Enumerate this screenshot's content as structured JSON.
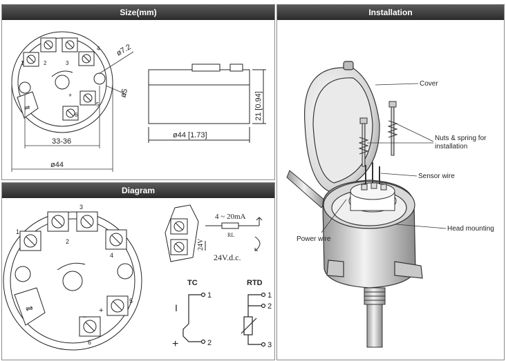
{
  "panels": {
    "size": {
      "title": "Size(mm)",
      "terminals": [
        "1",
        "2",
        "3",
        "4",
        "5",
        "6"
      ],
      "dims": {
        "hole_dia": "ø7.2",
        "small_dia": "ø5",
        "spacing": "33-36",
        "outer_dia": "ø44",
        "width": "ø44 [1.73]",
        "height": "21 [0.94]"
      }
    },
    "diagram": {
      "title": "Diagram",
      "terminals": [
        "1",
        "2",
        "3",
        "4",
        "5",
        "6"
      ],
      "loop": {
        "current": "4 ~ 20mA",
        "load": "RL",
        "supply_side": "24V",
        "supply": "24V.d.c."
      },
      "tc": {
        "title": "TC",
        "minus": "I",
        "plus": "+",
        "pin1": "1",
        "pin2": "2"
      },
      "rtd": {
        "title": "RTD",
        "pin1": "1",
        "pin2": "2",
        "pin3": "3"
      }
    },
    "installation": {
      "title": "Installation",
      "labels": {
        "cover": "Cover",
        "nuts": "Nuts & spring for installation",
        "nuts_line1": "Nuts & spring for",
        "nuts_line2": "installation",
        "sensor_wire": "Sensor wire",
        "power_wire": "Power wire",
        "head_mounting": "Head mounting"
      }
    }
  }
}
